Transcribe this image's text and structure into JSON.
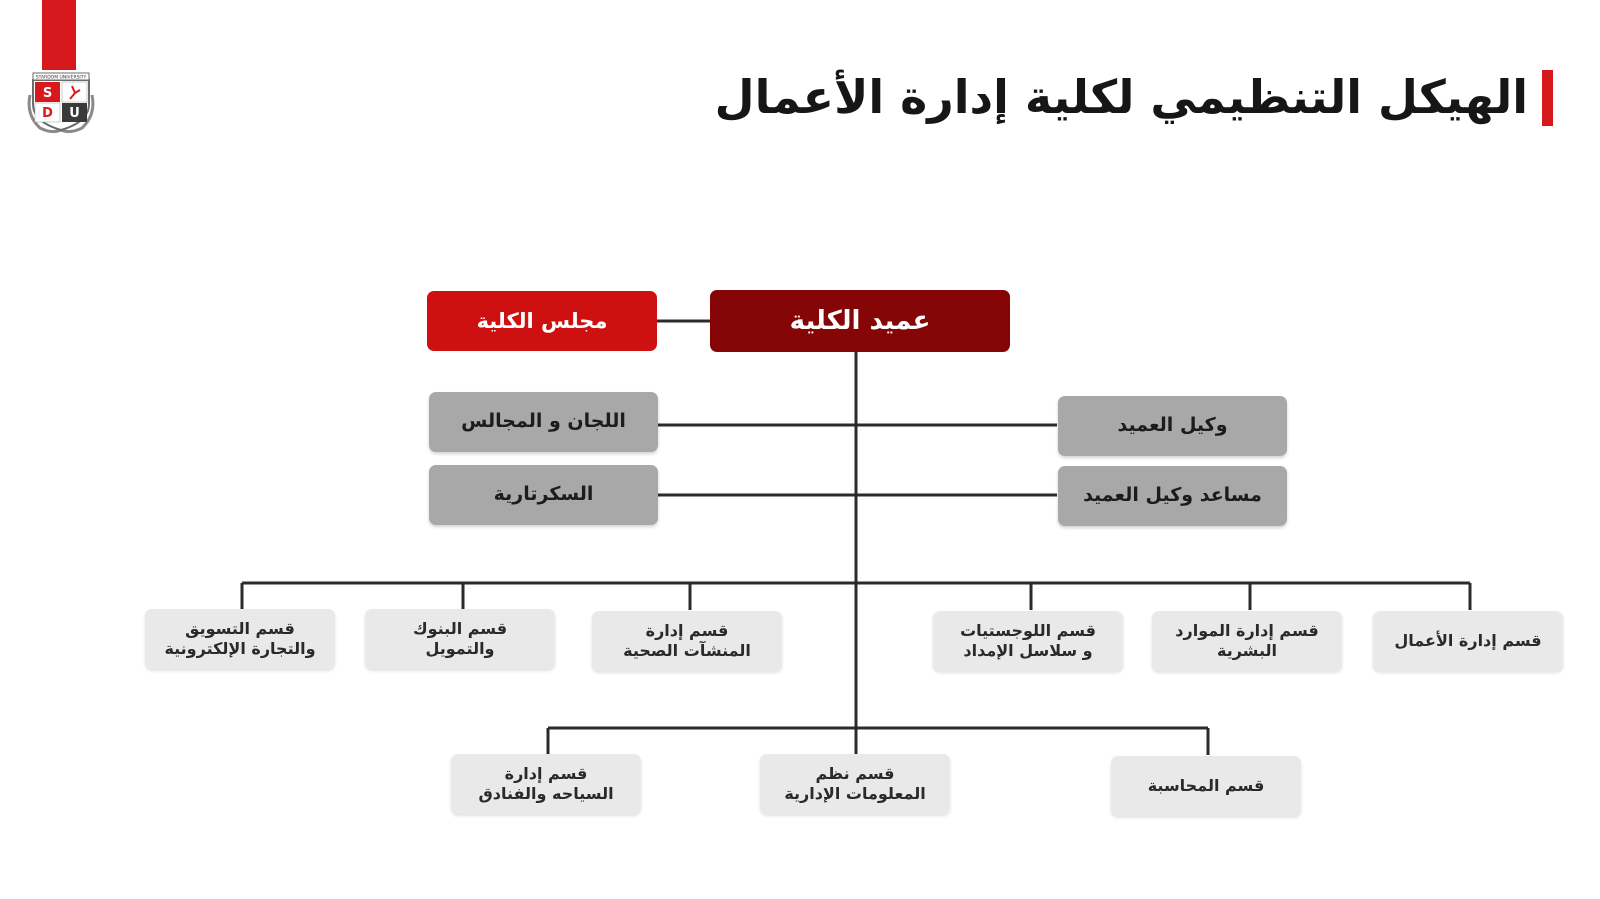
{
  "header": {
    "title": "الهيكل التنظيمي لكلية إدارة الأعمال",
    "accent_color": "#d7191d"
  },
  "logo": {
    "icon": "university-crest-icon",
    "text": "STARDOM UNIVERSITY",
    "letters": [
      "S",
      "D",
      "U"
    ]
  },
  "colors": {
    "dean_box": "#860607",
    "council_box": "#cf1011",
    "staff_box": "#a8a8a8",
    "department_box": "#e9e9e9",
    "connector": "#2b2b2b"
  },
  "org_chart": {
    "dean": "عميد الكلية",
    "council": "مجلس الكلية",
    "vice_dean": "وكيل العميد",
    "assistant_vice_dean": "مساعد وكيل العميد",
    "committees": "اللجان و المجالس",
    "secretariat": "السكرتارية",
    "departments_row1": [
      "قسم إدارة الأعمال",
      "قسم إدارة الموارد\nالبشرية",
      "قسم اللوجستيات\nو سلاسل الإمداد",
      "قسم إدارة\nالمنشآت الصحية",
      "قسم البنوك\nوالتمويل",
      "قسم التسويق\nوالتجارة الإلكترونية"
    ],
    "departments_row2": [
      "قسم المحاسبة",
      "قسم نظم\nالمعلومات الإدارية",
      "قسم إدارة\nالسياحه والفنادق"
    ]
  }
}
